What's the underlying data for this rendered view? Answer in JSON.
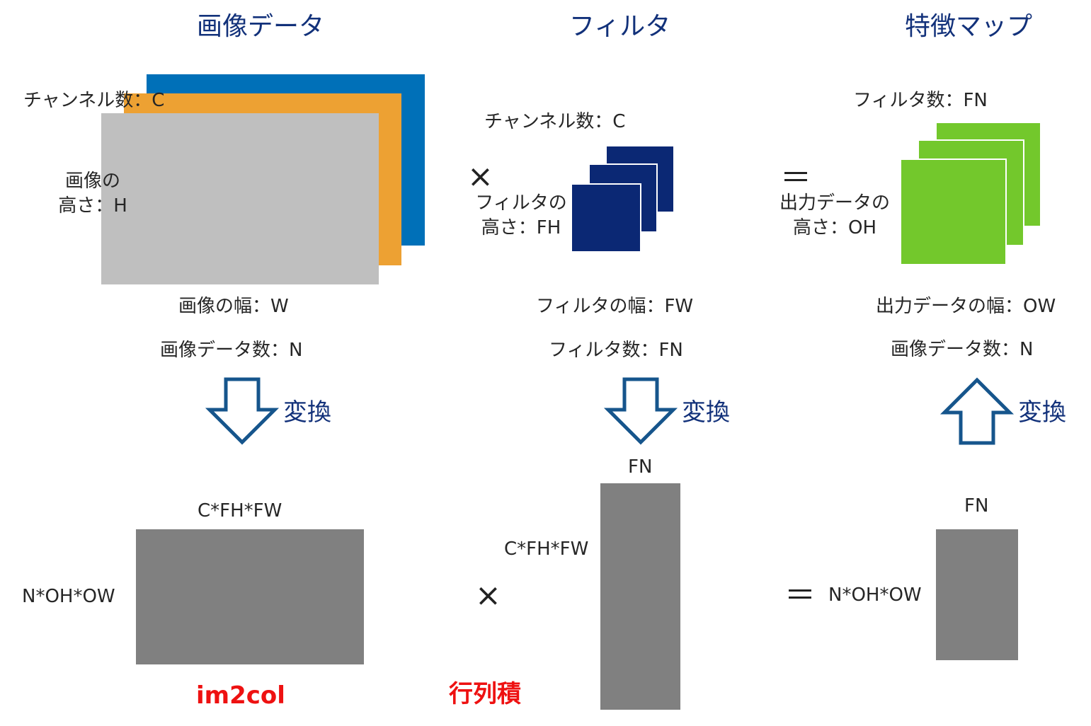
{
  "headers": {
    "image": "画像データ",
    "filter": "フィルタ",
    "feature_map": "特徴マップ"
  },
  "colors": {
    "header_text": "#12317a",
    "image_blue": "#0070b8",
    "image_orange": "#eda133",
    "image_gray": "#bfbfbf",
    "filter_navy": "#0b2874",
    "feature_green": "#73c82c",
    "matrix_gray": "#808080",
    "arrow_blue": "#16558c",
    "accent_red": "#ee1111"
  },
  "image_section": {
    "channels": "チャンネル数：C",
    "height": "画像の\n高さ：H",
    "width": "画像の幅：W",
    "count": "画像データ数：N"
  },
  "filter_section": {
    "channels": "チャンネル数：C",
    "height": "フィルタの\n高さ：FH",
    "width": "フィルタの幅：FW",
    "count": "フィルタ数：FN"
  },
  "feature_section": {
    "count": "フィルタ数：FN",
    "height": "出力データの\n高さ：OH",
    "width": "出力データの幅：OW",
    "data_count": "画像データ数：N"
  },
  "operators": {
    "times": "×",
    "equals": "＝"
  },
  "transform_label": "変換",
  "matrices": {
    "image_cols": "C*FH*FW",
    "image_rows": "N*OH*OW",
    "filter_cols": "FN",
    "filter_rows": "C*FH*FW",
    "output_cols": "FN",
    "output_rows": "N*OH*OW"
  },
  "labels": {
    "im2col": "im2col",
    "matmul": "行列積"
  }
}
